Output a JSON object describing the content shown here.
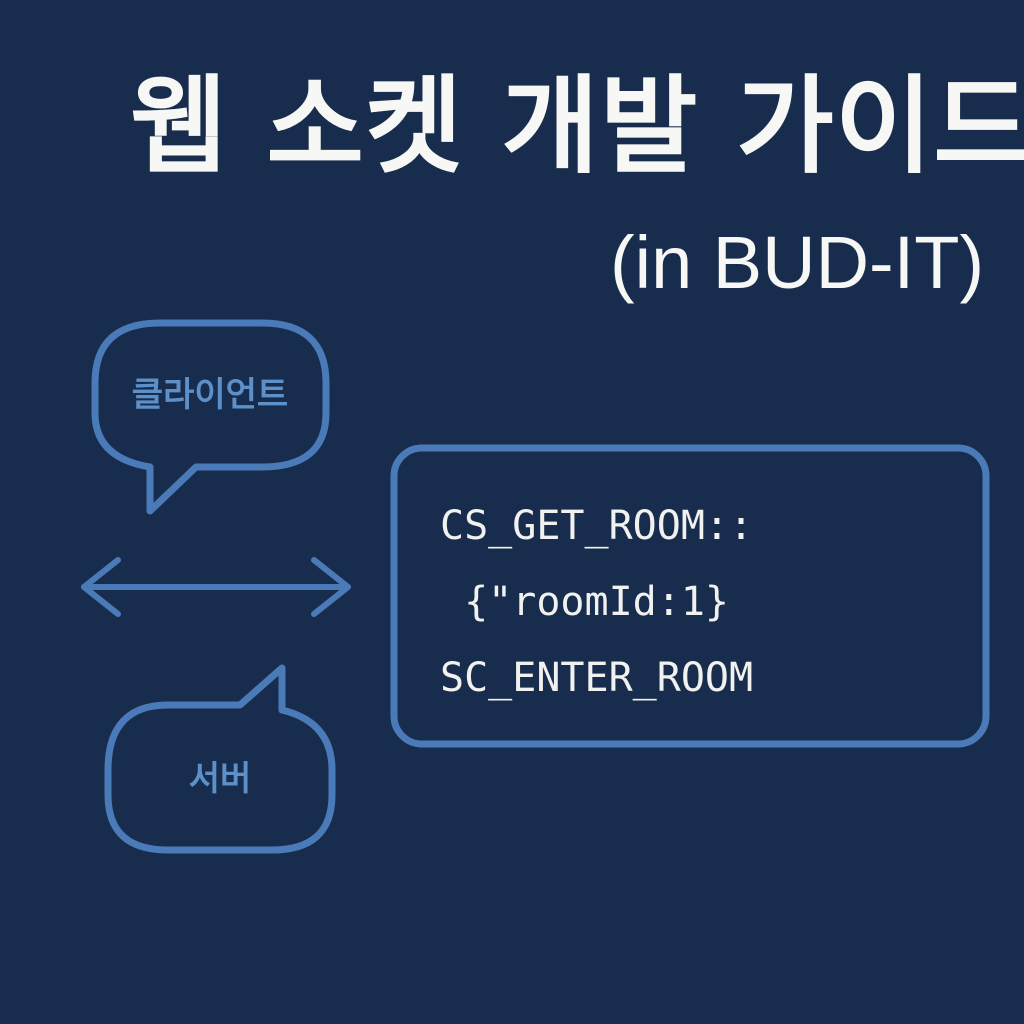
{
  "title": "웹 소켓 개발 가이드",
  "subtitle": "(in BUD-IT)",
  "client_bubble": {
    "label": "클라이언트"
  },
  "server_bubble": {
    "label": "서버"
  },
  "arrow_icon": "double-headed-arrow",
  "message_box": {
    "lines": [
      "CS_GET_ROOM::",
      " {\"roomId:1}",
      "SC_ENTER_ROOM"
    ]
  },
  "colors": {
    "background": "#182d4d",
    "title_text": "#f7f7f5",
    "accent_blue": "#4a7ab7",
    "bubble_text": "#5d90c8"
  }
}
